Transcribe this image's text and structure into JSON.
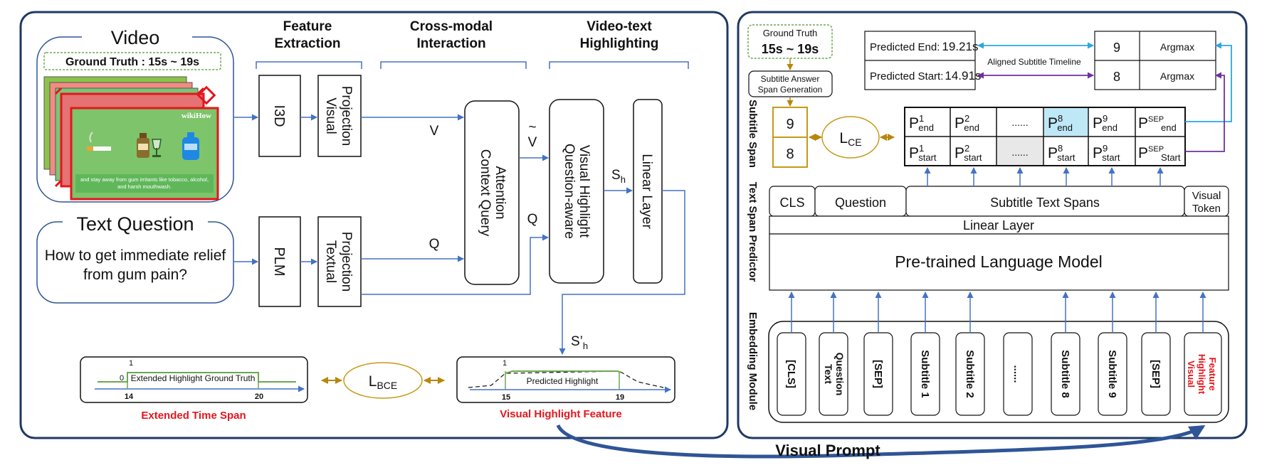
{
  "left": {
    "video": {
      "title": "Video",
      "ground_truth": "Ground Truth : 15s ~ 19s",
      "frame_logo": "wikiHow",
      "frame_caption": "and stay away from gum irritants like tobacco, alcohol, and harsh mouthwash."
    },
    "text_question": {
      "title": "Text Question",
      "question": "How to get immediate relief from gum pain?"
    },
    "stages": {
      "feature_extraction": "Feature Extraction",
      "cross_modal": "Cross-modal Interaction",
      "video_text": "Video-text Highlighting"
    },
    "boxes": {
      "i3d": "I3D",
      "visual_projection": "Visual Projection",
      "plm": "PLM",
      "textual_projection": "Textual Projection",
      "context_query": "Context Query Attention",
      "question_aware": "Question-aware Visual Highlight",
      "linear_layer": "Linear Layer"
    },
    "symbols": {
      "v": "V",
      "q": "Q",
      "v_tilde": "V",
      "q2": "Q",
      "s_h": "S",
      "s_h_sub": "h",
      "s_h_prime": "S’",
      "s_h_prime_sub": "h"
    },
    "extended": {
      "one": "1",
      "zero": "0",
      "label": "Extended Highlight Ground Truth",
      "t_start": "14",
      "t_end": "20",
      "caption": "Extended Time Span"
    },
    "loss_bce": {
      "l": "L",
      "sub": "BCE"
    },
    "predicted": {
      "one": "1",
      "label": "Predicted Highlight",
      "t_start": "15",
      "t_end": "19",
      "caption": "Visual Highlight Feature"
    }
  },
  "right": {
    "ground_truth": {
      "label": "Ground Truth",
      "value": "15s ~ 19s"
    },
    "span_generation": "Subtitle Answer Span Generation",
    "answer_boxes": [
      "9",
      "8"
    ],
    "loss_ce": {
      "l": "L",
      "sub": "CE"
    },
    "predicted_end": {
      "label": "Predicted End:",
      "value": "19.21s"
    },
    "predicted_start": {
      "label": "Predicted Start:",
      "value": "14.91s"
    },
    "aligned_timeline": "Aligned Subtitle Timeline",
    "argmax_rows": [
      {
        "value": "9",
        "op": "Argmax"
      },
      {
        "value": "8",
        "op": "Argmax"
      }
    ],
    "p_end": [
      {
        "p": "P",
        "sup": "1",
        "sub": "end"
      },
      {
        "p": "P",
        "sup": "2",
        "sub": "end"
      },
      {
        "p": "......",
        "sup": "",
        "sub": ""
      },
      {
        "p": "P",
        "sup": "8",
        "sub": "end"
      },
      {
        "p": "P",
        "sup": "9",
        "sub": "end"
      },
      {
        "p": "P",
        "sup": "SEP",
        "sub": "end"
      }
    ],
    "p_start": [
      {
        "p": "P",
        "sup": "1",
        "sub": "start"
      },
      {
        "p": "P",
        "sup": "2",
        "sub": "start"
      },
      {
        "p": "......",
        "sup": "",
        "sub": ""
      },
      {
        "p": "P",
        "sup": "8",
        "sub": "start"
      },
      {
        "p": "P",
        "sup": "9",
        "sub": "start"
      },
      {
        "p": "P",
        "sup": "SEP",
        "sub": "Start"
      }
    ],
    "side_labels": {
      "subtitle_span": "Subtitle Span",
      "text_span_predictor": "Text Span Predictor",
      "embedding_module": "Embedding Module"
    },
    "tokens": {
      "cls": "CLS",
      "question": "Question",
      "subtitle_spans": "Subtitle Text Spans",
      "visual_token": "Visual Token"
    },
    "linear_layer": "Linear Layer",
    "plm": "Pre-trained Language Model",
    "embeddings": [
      "[CLS]",
      "Text Question",
      "[SEP]",
      "Subtitle 1",
      "Subtitle 2",
      "......",
      "Subtitle 8",
      "Subtitle 9",
      "[SEP]",
      "Visual Highlight Feature"
    ]
  },
  "visual_prompt": "Visual Prompt",
  "colors": {
    "blue": "#4472c4",
    "gold": "#c59a18",
    "green": "#6aa84f",
    "red": "#e4161c",
    "navy": "#1f3864",
    "cyan": "#29a8e0",
    "purple": "#7030a0"
  }
}
